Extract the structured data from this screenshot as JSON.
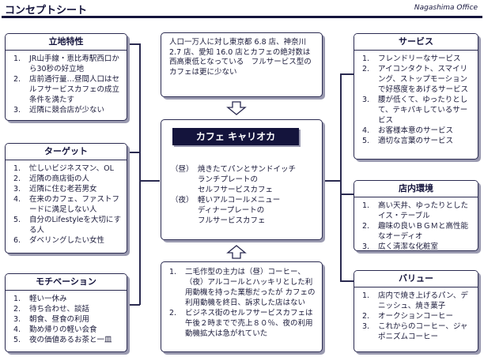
{
  "header": {
    "title": "コンセプトシート",
    "office": "Nagashima Office"
  },
  "intro": {
    "text": "人口一万人に対し東京都 6.8 店、神奈川 2.7 店、愛知 16.0 店とカフェの絶対数は西高東低となっている　フルサービス型のカフェは更に少ない"
  },
  "center": {
    "name": "カフェ キャリオカ",
    "menu": [
      {
        "tag": "（昼）",
        "lines": [
          "焼きたてパンとサンドイッチ",
          "ランチプレートの",
          "セルフサービスカフェ"
        ]
      },
      {
        "tag": "（夜）",
        "lines": [
          "軽いアルコールメニュー",
          "ディナープレートの",
          "フルサービスカフェ"
        ]
      }
    ]
  },
  "bottom_center": {
    "items": [
      {
        "num": "1.",
        "text": "二毛作型の主力は（昼）コーヒー、（夜）アルコールとハッキリとした利用動機を持った業態だったが カフェの利用動機を終日、訴求した店はない"
      },
      {
        "num": "2.",
        "text": "ビジネス街のセルフサービスカフェは午後２時までで売上８０％、夜の利用動機拡大は急がれていた"
      }
    ]
  },
  "location": {
    "title": "立地特性",
    "items": [
      {
        "num": "1.",
        "text": "JR山手線・恵比寿駅西口から30秒の好立地"
      },
      {
        "num": "2.",
        "text": "店前通行量…昼間人口はセルフサービスカフェの成立条件を満たす"
      },
      {
        "num": "3.",
        "text": "近隣に競合店が少ない"
      }
    ]
  },
  "target": {
    "title": "ターゲット",
    "items": [
      {
        "num": "1.",
        "text": "忙しいビジネスマン、OL"
      },
      {
        "num": "2.",
        "text": "近隣の商店街の人"
      },
      {
        "num": "3.",
        "text": "近隣に住む老若男女"
      },
      {
        "num": "4.",
        "text": "在来のカフェ、ファストフードに満足しない人"
      },
      {
        "num": "5.",
        "text": "自分のLifestyleを大切にする人"
      },
      {
        "num": "6.",
        "text": "ダベリングしたい女性"
      }
    ]
  },
  "motivation": {
    "title": "モチベーション",
    "items": [
      {
        "num": "1.",
        "text": "軽い一休み"
      },
      {
        "num": "2.",
        "text": "待ち合わせ、談話"
      },
      {
        "num": "3.",
        "text": "朝食、昼食の利用"
      },
      {
        "num": "4.",
        "text": "勤め帰りの軽い会食"
      },
      {
        "num": "5.",
        "text": "夜の価値あるお茶と一皿"
      }
    ]
  },
  "service": {
    "title": "サービス",
    "items": [
      {
        "num": "1.",
        "text": "フレンドリーなサービス"
      },
      {
        "num": "2.",
        "text": "アイコンタクト、スマイリング、ストップモーションで好感度をあげるサービス"
      },
      {
        "num": "3.",
        "text": "腰が低くて、ゆったりとして、テキパキしているサービス"
      },
      {
        "num": "4.",
        "text": "お客様本意のサービス"
      },
      {
        "num": "5.",
        "text": "適切な言葉のサービス"
      }
    ]
  },
  "environment": {
    "title": "店内環境",
    "items": [
      {
        "num": "1.",
        "text": "高い天井、ゆったりとしたイス・テーブル"
      },
      {
        "num": "2.",
        "text": "趣味の良いＢＧＭと高性能なオーディオ"
      },
      {
        "num": "3.",
        "text": "広く清潔な化粧室"
      }
    ]
  },
  "value": {
    "title": "バリュー",
    "items": [
      {
        "num": "1.",
        "text": "店内で焼き上げるパン、デニッシュ、焼き菓子"
      },
      {
        "num": "2.",
        "text": "オークションコーヒー"
      },
      {
        "num": "3.",
        "text": "これからのコーヒー、ジャポニズムコーヒー"
      }
    ]
  },
  "colors": {
    "navy": "#14143c",
    "border": "#2a2a50",
    "shadow": "#9a9ab0"
  }
}
